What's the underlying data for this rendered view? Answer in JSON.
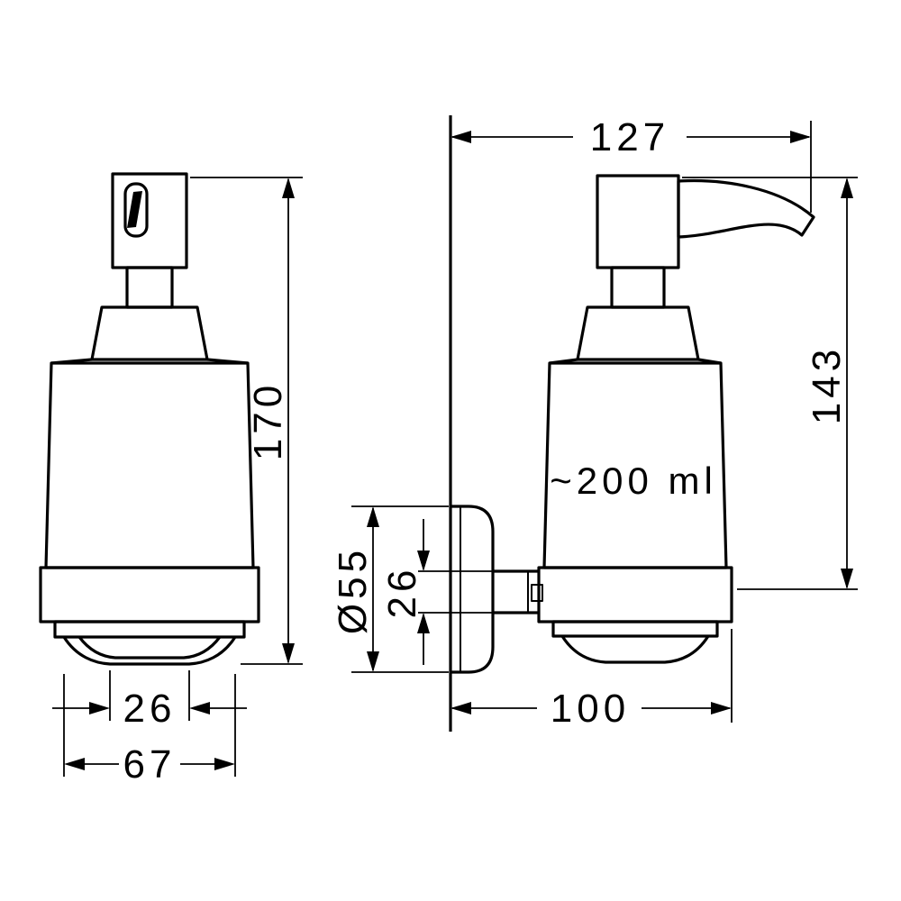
{
  "colors": {
    "background": "#ffffff",
    "line": "#000000"
  },
  "front_view": {
    "dims": {
      "height": "170",
      "foot_width": "26",
      "body_width": "67"
    }
  },
  "side_view": {
    "dims": {
      "depth": "127",
      "height": "143",
      "plate_diameter": "Ø55",
      "holder_width": "26",
      "wall_to_front": "100"
    },
    "capacity": "~200 ml"
  }
}
